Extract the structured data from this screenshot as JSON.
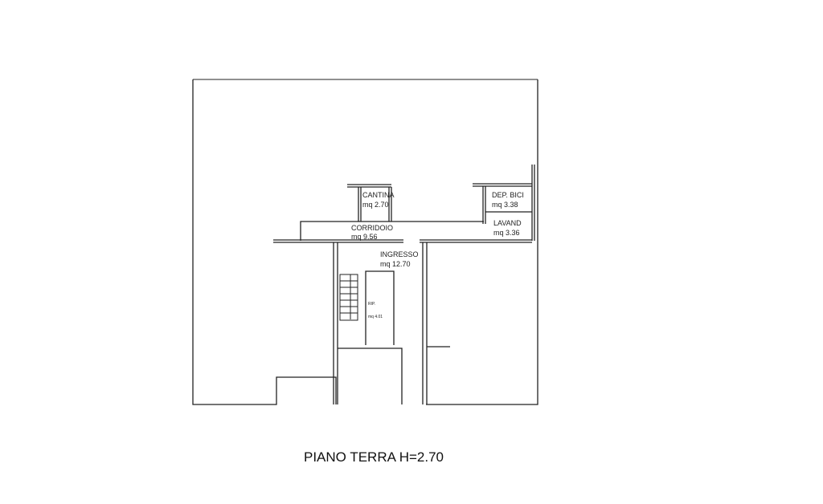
{
  "title": "PIANO TERRA H=2.70",
  "rooms": [
    {
      "name": "CANTINA",
      "area": "mq 2.70"
    },
    {
      "name": "DEP. BICI",
      "area": "mq 3.38"
    },
    {
      "name": "LAVAND",
      "area": "mq 3.36"
    },
    {
      "name": "CORRIDOIO",
      "area": "mq 9.56"
    },
    {
      "name": "INGRESSO",
      "area": "mq 12.70"
    },
    {
      "name": "RIP.",
      "area": "mq 4.01"
    }
  ]
}
